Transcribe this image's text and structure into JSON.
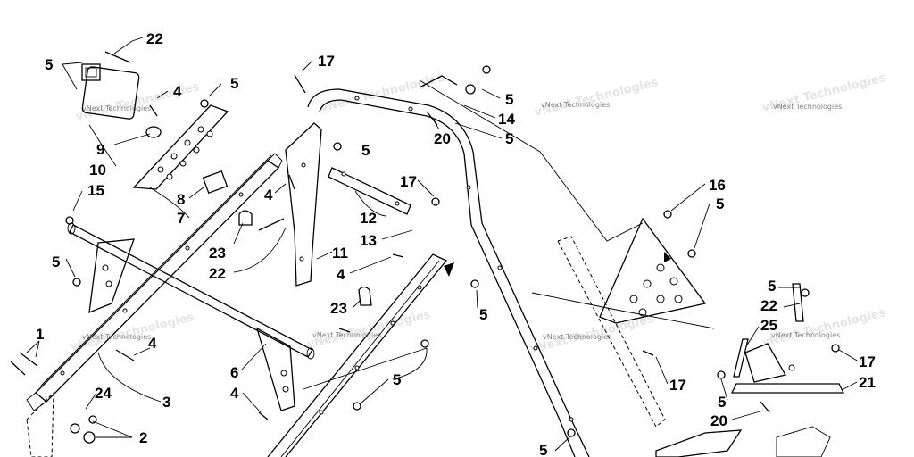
{
  "diagram": {
    "watermark": "vNext Technologies",
    "callouts": [
      {
        "id": "c-22a",
        "label": "22"
      },
      {
        "id": "c-5a",
        "label": "5"
      },
      {
        "id": "c-4a",
        "label": "4"
      },
      {
        "id": "c-5b",
        "label": "5"
      },
      {
        "id": "c-17a",
        "label": "17"
      },
      {
        "id": "c-5c",
        "label": "5"
      },
      {
        "id": "c-14",
        "label": "14"
      },
      {
        "id": "c-20a",
        "label": "20"
      },
      {
        "id": "c-5d",
        "label": "5"
      },
      {
        "id": "c-9",
        "label": "9"
      },
      {
        "id": "c-10",
        "label": "10"
      },
      {
        "id": "c-5e",
        "label": "5"
      },
      {
        "id": "c-15",
        "label": "15"
      },
      {
        "id": "c-8",
        "label": "8"
      },
      {
        "id": "c-7",
        "label": "7"
      },
      {
        "id": "c-4b",
        "label": "4"
      },
      {
        "id": "c-17b",
        "label": "17"
      },
      {
        "id": "c-12",
        "label": "12"
      },
      {
        "id": "c-13",
        "label": "13"
      },
      {
        "id": "c-16",
        "label": "16"
      },
      {
        "id": "c-5f",
        "label": "5"
      },
      {
        "id": "c-23a",
        "label": "23"
      },
      {
        "id": "c-22b",
        "label": "22"
      },
      {
        "id": "c-11",
        "label": "11"
      },
      {
        "id": "c-5g",
        "label": "5"
      },
      {
        "id": "c-4c",
        "label": "4"
      },
      {
        "id": "c-23b",
        "label": "23"
      },
      {
        "id": "c-5h",
        "label": "5"
      },
      {
        "id": "c-1",
        "label": "1"
      },
      {
        "id": "c-4d",
        "label": "4"
      },
      {
        "id": "c-5i",
        "label": "5"
      },
      {
        "id": "c-22c",
        "label": "22"
      },
      {
        "id": "c-25",
        "label": "25"
      },
      {
        "id": "c-17c",
        "label": "17"
      },
      {
        "id": "c-3",
        "label": "3"
      },
      {
        "id": "c-6",
        "label": "6"
      },
      {
        "id": "c-5j",
        "label": "5"
      },
      {
        "id": "c-17d",
        "label": "17"
      },
      {
        "id": "c-21",
        "label": "21"
      },
      {
        "id": "c-4e",
        "label": "4"
      },
      {
        "id": "c-24",
        "label": "24"
      },
      {
        "id": "c-5k",
        "label": "5"
      },
      {
        "id": "c-20b",
        "label": "20"
      },
      {
        "id": "c-2",
        "label": "2"
      },
      {
        "id": "c-5l",
        "label": "5"
      }
    ]
  }
}
